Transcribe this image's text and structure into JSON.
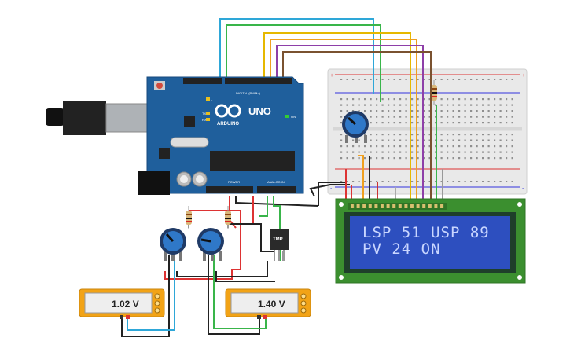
{
  "arduino": {
    "model": "UNO",
    "brand": "ARDUINO",
    "digital_label": "DIGITAL (PWM~)",
    "power_label": "POWER",
    "analog_label": "ANALOG IN",
    "on_label": "ON",
    "tx_label": "TX",
    "rx_label": "RX",
    "l_label": "L"
  },
  "lcd": {
    "line1": "LSP 51 USP 89",
    "line2": "PV 24  ON"
  },
  "sensor": {
    "label": "TMP"
  },
  "multimeters": [
    {
      "reading": "1.02 V"
    },
    {
      "reading": "1.40 V"
    }
  ],
  "colors": {
    "board": "#1f5f9c",
    "breadboard": "#e8e8e8",
    "lcd_frame": "#3b8f2f",
    "lcd_screen": "#2d4fbf",
    "multimeter": "#f2a316",
    "pot": "#2f78c8"
  }
}
